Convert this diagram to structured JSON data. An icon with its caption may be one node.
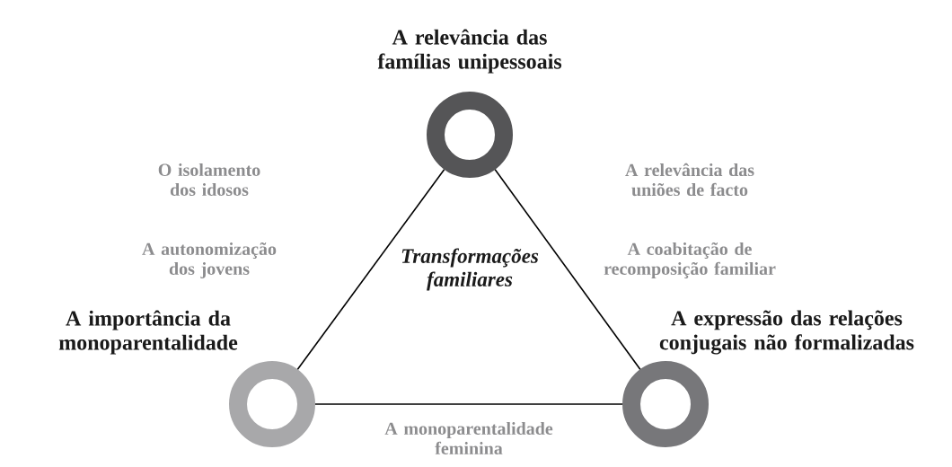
{
  "diagram": {
    "nodes": [
      {
        "text": [
          "A relevância das famílias unipessoais"
        ]
      },
      {
        "text": [
          "A importância da monoparentalidade"
        ]
      },
      {
        "text": [
          "A expressão das relações conjugais não formalizadas"
        ]
      }
    ],
    "edges": [
      {
        "from": 0,
        "to": 1,
        "arrow": "none"
      },
      {
        "from": 0,
        "to": 2,
        "arrow": "none"
      },
      {
        "from": 1,
        "to": 2,
        "arrow": "none",
        "label": "A monoparentalidade feminina"
      }
    ],
    "labels": [
      "O isolamento dos idosos",
      "A relevância das uniões de facto",
      "A autonomização dos jovens",
      "A coabitação de recomposição familiar",
      "Transformações familiares"
    ]
  }
}
